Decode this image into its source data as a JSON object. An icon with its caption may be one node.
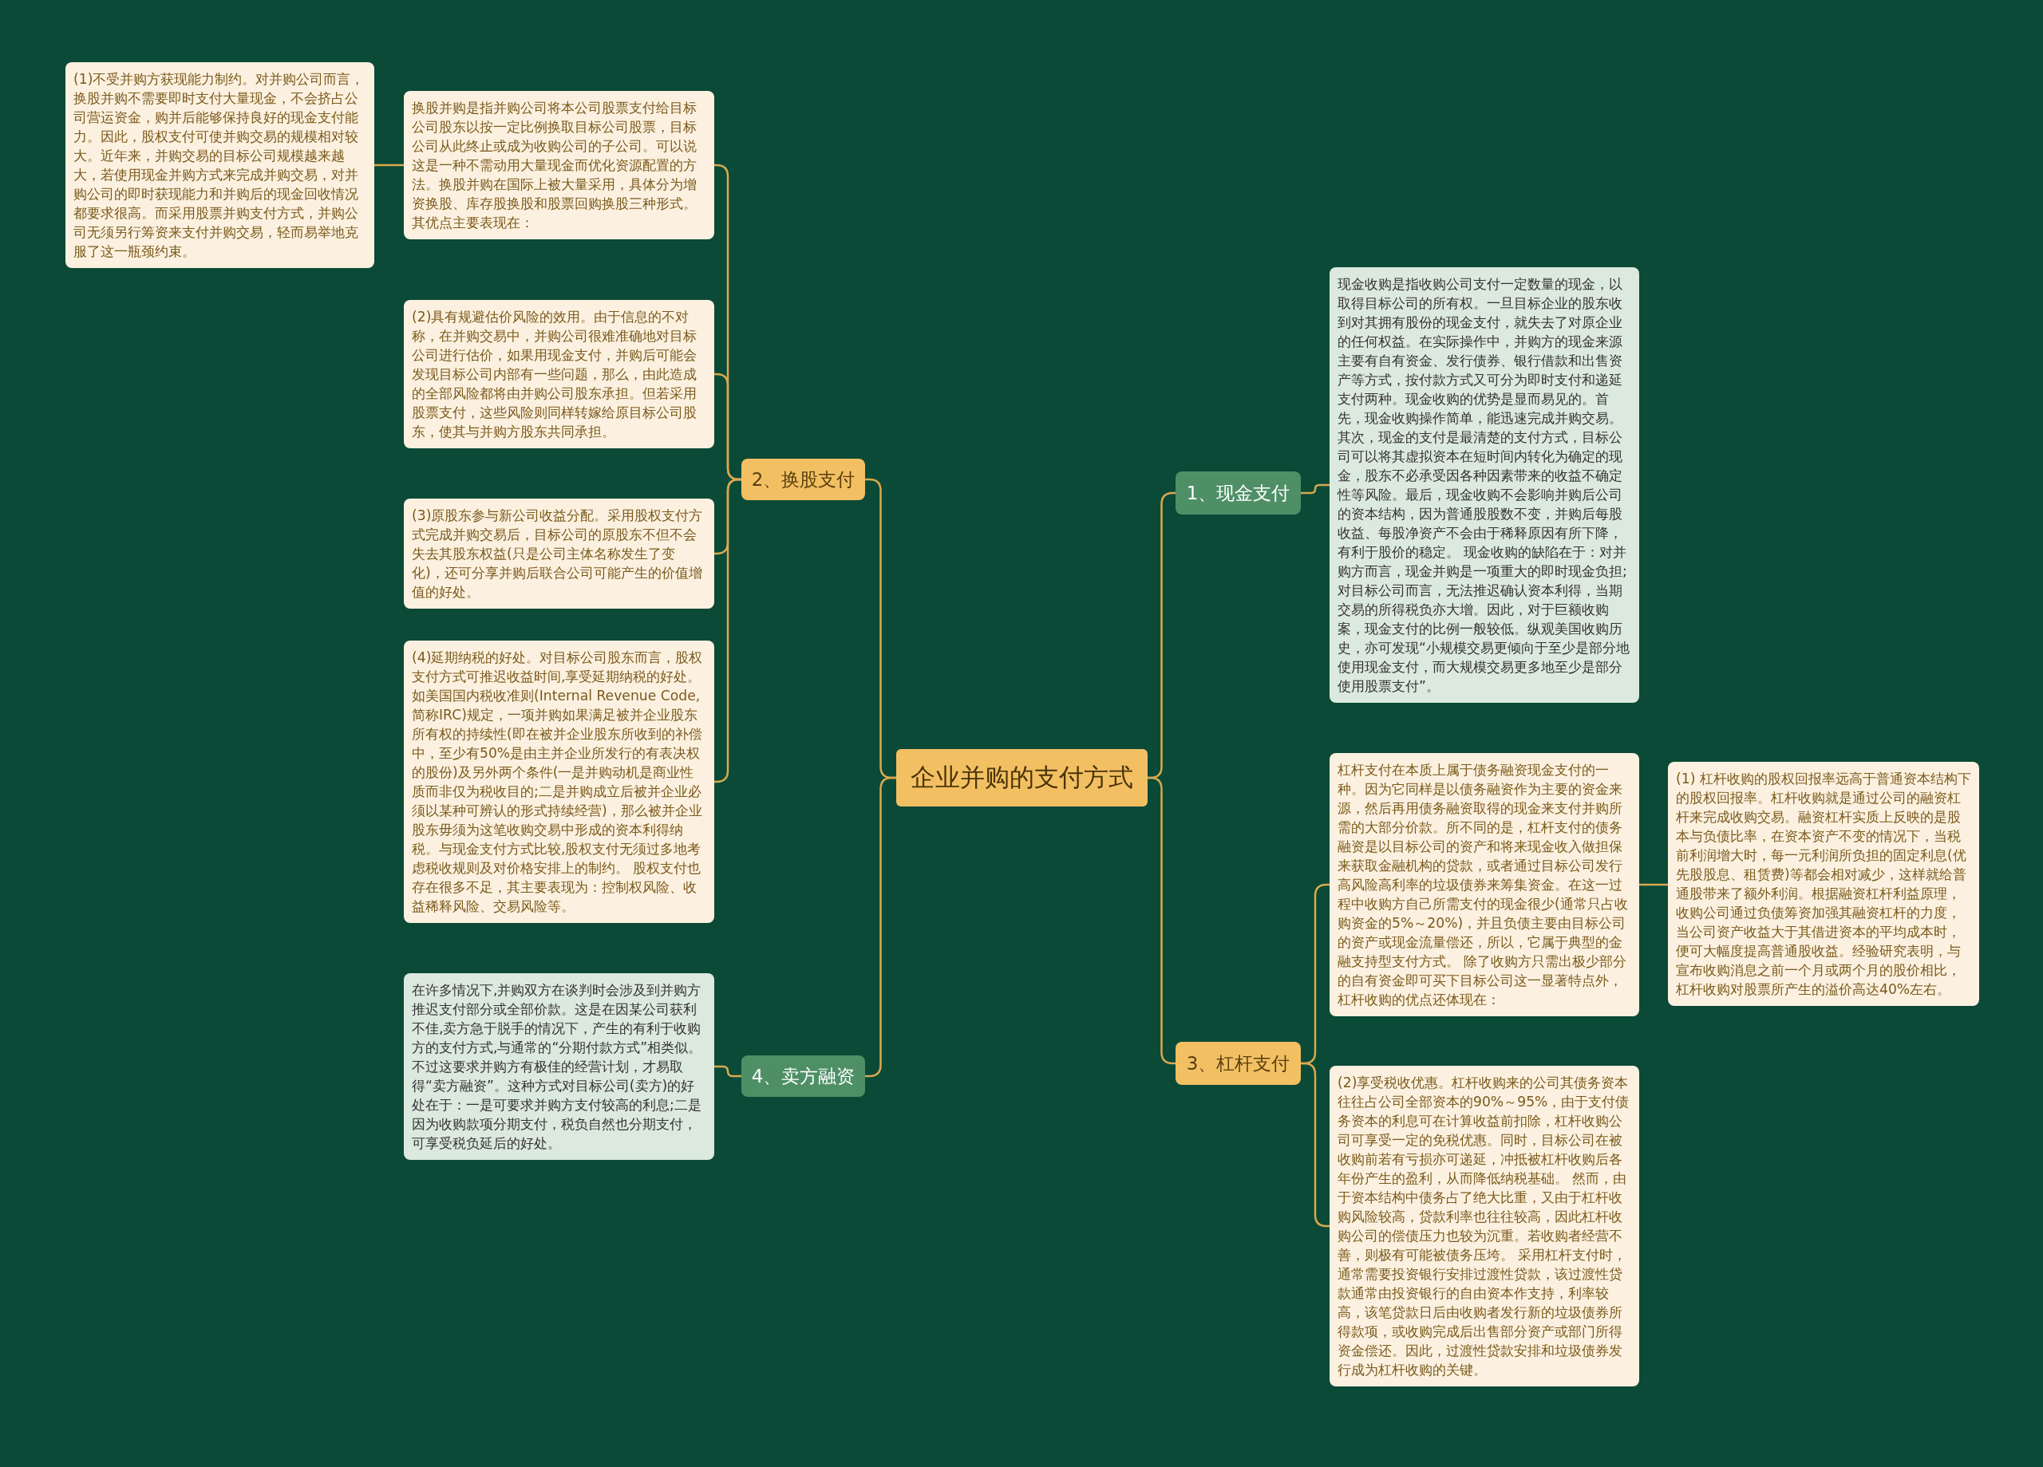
{
  "diagram": {
    "nodes": [
      {
        "text": [
          "企业并购的支付方式"
        ]
      },
      {
        "text": [
          "1、现金支付"
        ]
      },
      {
        "text": [
          "现金收购是指收购公司支付一定数量的现金，以取得目标公司的所有权。一旦目标企业的股东收到对其拥有股份的现金支付，就失去了对原企业的任何权益。在实际操作中，并购方的现金来源主要有自有资金、发行债券、银行借款和出售资产等方式，按付款方式又可分为即时支付和递延支付两种。现金收购的优势是显而易见的。首先，现金收购操作简单，能迅速完成并购交易。其次，现金的支付是最清楚的支付方式，目标公司可以将其虚拟资本在短时间内转化为确定的现金，股东不必承受因各种因素带来的收益不确定性等风险。最后，现金收购不会影响并购后公司的资本结构，因为普通股股数不变，并购后每股收益、每股净资产不会由于稀释原因有所下降，有利于股价的稳定。 现金收购的缺陷在于：对并购方而言，现金并购是一项重大的即时现金负担;对目标公司而言，无法推迟确认资本利得，当期交易的所得税负亦大增。因此，对于巨额收购案，现金支付的比例一般较低。纵观美国收购历史，亦可发现“小规模交易更倾向于至少是部分地使用现金支付，而大规模交易更多地至少是部分使用股票支付”。"
        ]
      },
      {
        "text": [
          "3、杠杆支付"
        ]
      },
      {
        "text": [
          "杠杆支付在本质上属于债务融资现金支付的一种。因为它同样是以债务融资作为主要的资金来源，然后再用债务融资取得的现金来支付并购所需的大部分价款。所不同的是，杠杆支付的债务融资是以目标公司的资产和将来现金收入做担保来获取金融机构的贷款，或者通过目标公司发行高风险高利率的垃圾债券来筹集资金。在这一过程中收购方自己所需支付的现金很少(通常只占收购资金的5%～20%)，并且负债主要由目标公司的资产或现金流量偿还，所以，它属于典型的金融支持型支付方式。 除了收购方只需出极少部分的自有资金即可买下目标公司这一显著特点外，杠杆收购的优点还体现在："
        ]
      },
      {
        "text": [
          "(1) 杠杆收购的股权回报率远高于普通资本结构下的股权回报率。杠杆收购就是通过公司的融资杠杆来完成收购交易。融资杠杆实质上反映的是股本与负债比率，在资本资产不变的情况下，当税前利润增大时，每一元利润所负担的固定利息(优先股股息、租赁费)等都会相对减少，这样就给普通股带来了额外利润。根据融资杠杆利益原理，收购公司通过负债筹资加强其融资杠杆的力度，当公司资产收益大于其借进资本的平均成本时，便可大幅度提高普通股收益。经验研究表明，与宣布收购消息之前一个月或两个月的股价相比，杠杆收购对股票所产生的溢价高达40%左右。"
        ]
      },
      {
        "text": [
          "(2)享受税收优惠。杠杆收购来的公司其债务资本往往占公司全部资本的90%～95%，由于支付债务资本的利息可在计算收益前扣除，杠杆收购公司可享受一定的免税优惠。同时，目标公司在被收购前若有亏损亦可递延，冲抵被杠杆收购后各年份产生的盈利，从而降低纳税基础。 然而，由于资本结构中债务占了绝大比重，又由于杠杆收购风险较高，贷款利率也往往较高，因此杠杆收购公司的偿债压力也较为沉重。若收购者经营不善，则极有可能被债务压垮。 采用杠杆支付时，通常需要投资银行安排过渡性贷款，该过渡性贷款通常由投资银行的自由资本作支持，利率较高，该笔贷款日后由收购者发行新的垃圾债券所得款项，或收购完成后出售部分资产或部门所得资金偿还。因此，过渡性贷款安排和垃圾债券发行成为杠杆收购的关键。"
        ]
      },
      {
        "text": [
          "2、换股支付"
        ]
      },
      {
        "text": [
          "换股并购是指并购公司将本公司股票支付给目标公司股东以按一定比例换取目标公司股票，目标公司从此终止或成为收购公司的子公司。可以说这是一种不需动用大量现金而优化资源配置的方法。换股并购在国际上被大量采用，具体分为增资换股、库存股换股和股票回购换股三种形式。其优点主要表现在："
        ]
      },
      {
        "text": [
          "(1)不受并购方获现能力制约。对并购公司而言，换股并购不需要即时支付大量现金，不会挤占公司营运资金，购并后能够保持良好的现金支付能力。因此，股权支付可使并购交易的规模相对较大。近年来，并购交易的目标公司规模越来越大，若使用现金并购方式来完成并购交易，对并购公司的即时获现能力和并购后的现金回收情况都要求很高。而采用股票并购支付方式，并购公司无须另行筹资来支付并购交易，轻而易举地克服了这一瓶颈约束。"
        ]
      },
      {
        "text": [
          "(2)具有规避估价风险的效用。由于信息的不对称，在并购交易中，并购公司很难准确地对目标公司进行估价，如果用现金支付，并购后可能会发现目标公司内部有一些问题，那么，由此造成的全部风险都将由并购公司股东承担。但若采用股票支付，这些风险则同样转嫁给原目标公司股东，使其与并购方股东共同承担。"
        ]
      },
      {
        "text": [
          "(3)原股东参与新公司收益分配。采用股权支付方式完成并购交易后，目标公司的原股东不但不会失去其股东权益(只是公司主体名称发生了变化)，还可分享并购后联合公司可能产生的价值增值的好处。"
        ]
      },
      {
        "text": [
          "(4)延期纳税的好处。对目标公司股东而言，股权支付方式可推迟收益时间,享受延期纳税的好处。如美国国内税收准则(Internal Revenue Code,简称IRC)规定，一项并购如果满足被并企业股东所有权的持续性(即在被并企业股东所收到的补偿中，至少有50%是由主并企业所发行的有表决权的股份)及另外两个条件(一是并购动机是商业性质而非仅为税收目的;二是并购成立后被并企业必须以某种可辨认的形式持续经营)，那么被并企业股东毋须为这笔收购交易中形成的资本利得纳税。与现金支付方式比较,股权支付无须过多地考虑税收规则及对价格安排上的制约。 股权支付也存在很多不足，其主要表现为：控制权风险、收益稀释风险、交易风险等。"
        ]
      },
      {
        "text": [
          "4、卖方融资"
        ]
      },
      {
        "text": [
          "在许多情况下,并购双方在谈判时会涉及到并购方推迟支付部分或全部价款。这是在因某公司获利不佳,卖方急于脱手的情况下，产生的有利于收购方的支付方式,与通常的“分期付款方式”相类似。不过这要求并购方有极佳的经营计划，才易取得“卖方融资”。这种方式对目标公司(卖方)的好处在于：一是可要求并购方支付较高的利息;二是因为收购款项分期支付，税负自然也分期支付，可享受税负延后的好处。"
        ]
      }
    ],
    "edges": [
      {
        "from": 0,
        "to": 1,
        "arrow": "none"
      },
      {
        "from": 1,
        "to": 2,
        "arrow": "none"
      },
      {
        "from": 0,
        "to": 3,
        "arrow": "none"
      },
      {
        "from": 3,
        "to": 4,
        "arrow": "none"
      },
      {
        "from": 4,
        "to": 5,
        "arrow": "none"
      },
      {
        "from": 3,
        "to": 6,
        "arrow": "none"
      },
      {
        "from": 0,
        "to": 7,
        "arrow": "none"
      },
      {
        "from": 7,
        "to": 8,
        "arrow": "none"
      },
      {
        "from": 8,
        "to": 9,
        "arrow": "none"
      },
      {
        "from": 7,
        "to": 10,
        "arrow": "none"
      },
      {
        "from": 7,
        "to": 11,
        "arrow": "none"
      },
      {
        "from": 7,
        "to": 12,
        "arrow": "none"
      },
      {
        "from": 0,
        "to": 13,
        "arrow": "none"
      },
      {
        "from": 13,
        "to": 14,
        "arrow": "none"
      }
    ]
  }
}
